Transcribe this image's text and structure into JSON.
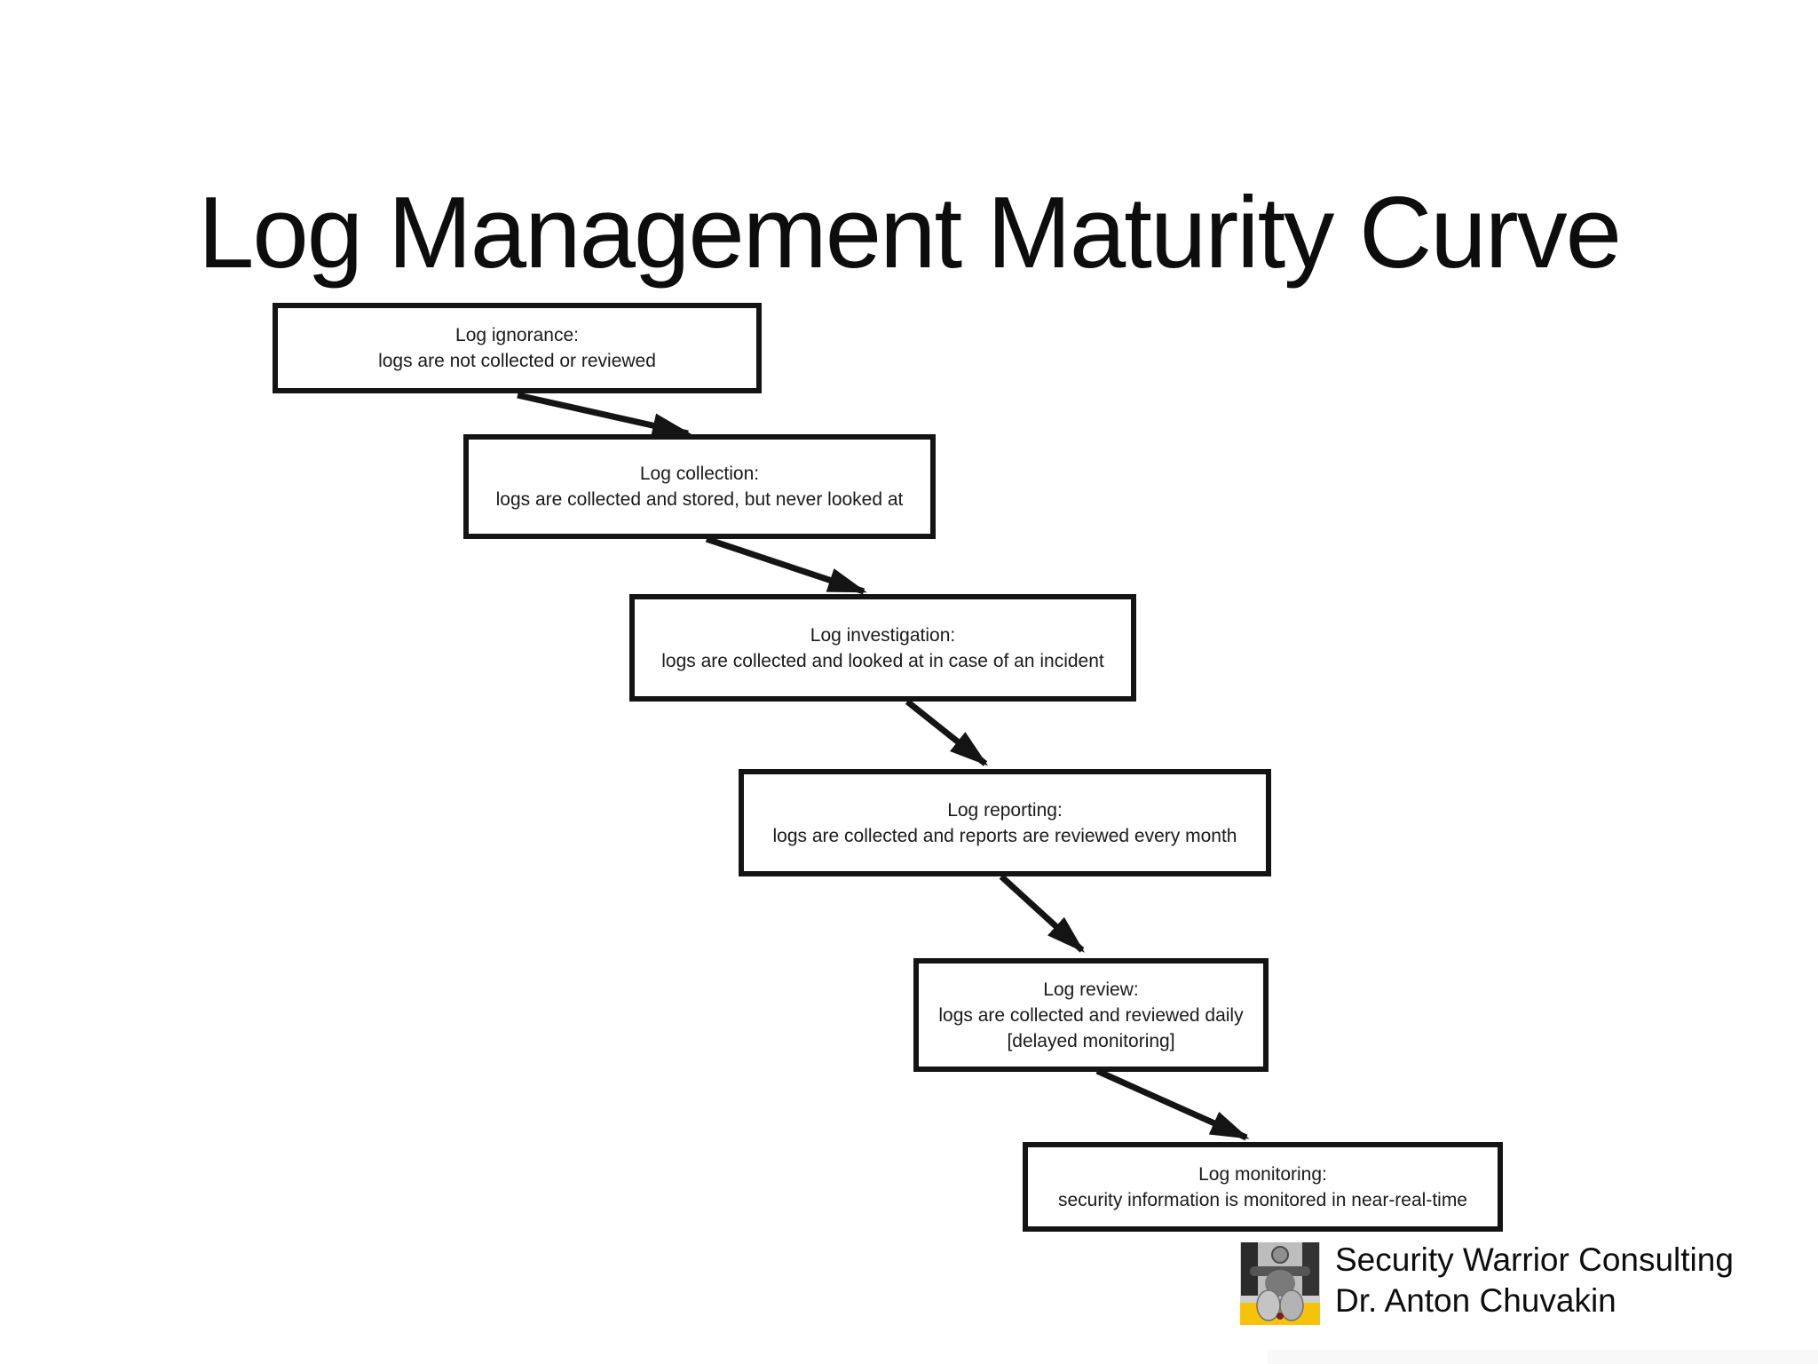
{
  "title": "Log Management Maturity Curve",
  "nodes": [
    {
      "title": "Log ignorance:",
      "desc": "logs are not collected or reviewed"
    },
    {
      "title": "Log collection:",
      "desc": "logs are collected and stored, but never looked at"
    },
    {
      "title": "Log investigation:",
      "desc": "logs are collected and looked at in case of an incident"
    },
    {
      "title": "Log reporting:",
      "desc": "logs are collected and reports are reviewed every month"
    },
    {
      "title": "Log review:",
      "desc": "logs are collected and reviewed daily",
      "note": "[delayed monitoring]"
    },
    {
      "title": "Log monitoring:",
      "desc": "security information is monitored in near-real-time"
    }
  ],
  "edges": [
    {
      "from": "Log ignorance",
      "to": "Log collection"
    },
    {
      "from": "Log collection",
      "to": "Log investigation"
    },
    {
      "from": "Log investigation",
      "to": "Log reporting"
    },
    {
      "from": "Log reporting",
      "to": "Log review"
    },
    {
      "from": "Log review",
      "to": "Log monitoring"
    }
  ],
  "attribution": {
    "line1": "Security Warrior Consulting",
    "line2": "Dr. Anton Chuvakin",
    "logo_icon": "security-warrior-logo"
  },
  "colors": {
    "background": "#ffffff",
    "ink": "#141414",
    "logo_yellow": "#f5c40a"
  }
}
